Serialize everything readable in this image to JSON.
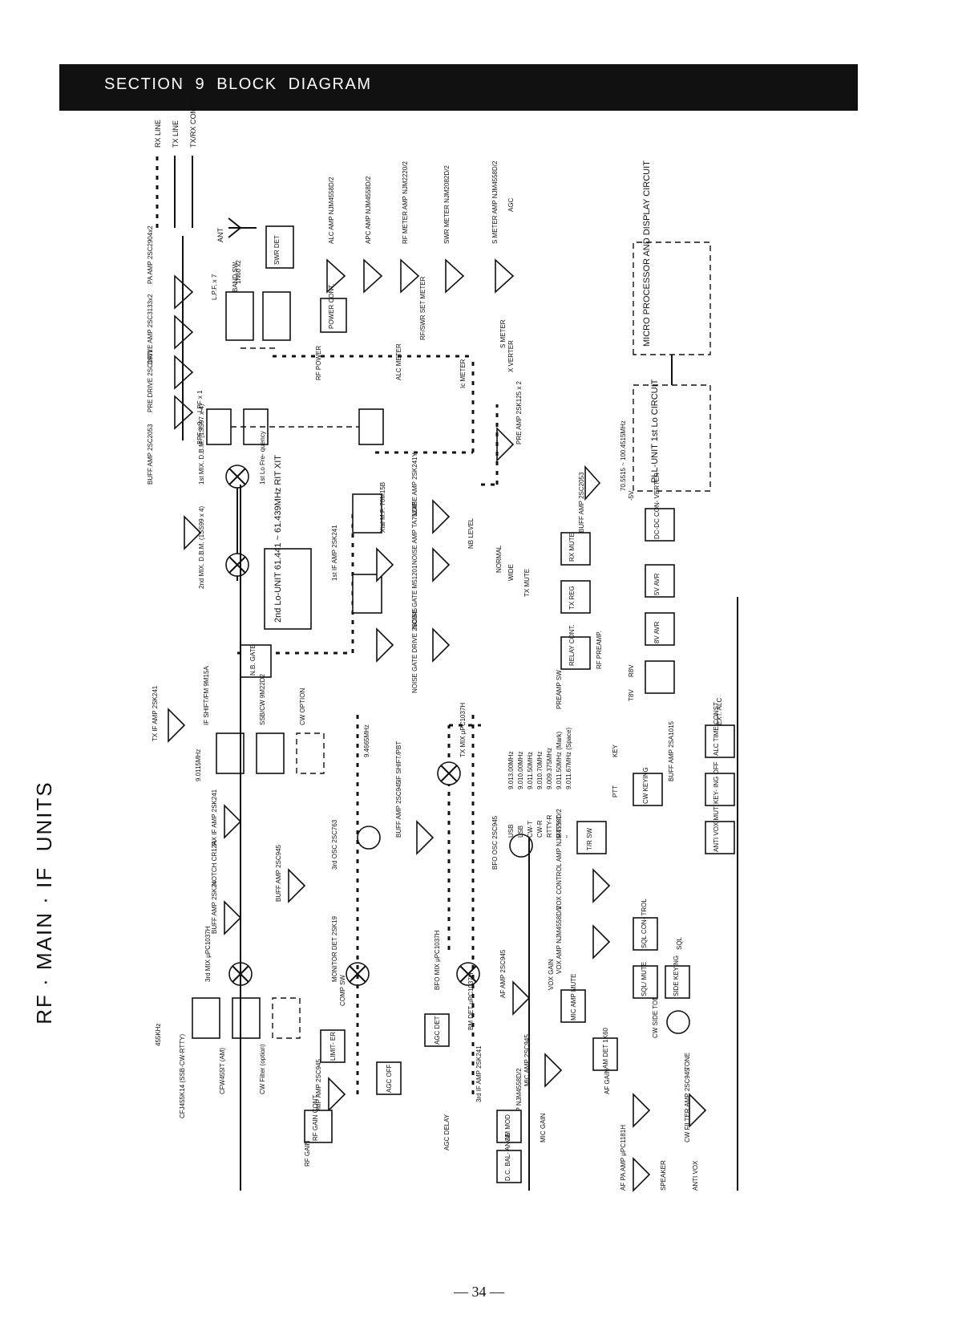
{
  "header": {
    "title": "SECTION  9  BLOCK  DIAGRAM"
  },
  "side_title": "RF · MAIN · IF  UNITS",
  "page_number": "— 34 —",
  "legend": [
    {
      "label": "RX LINE"
    },
    {
      "label": "TX LINE"
    },
    {
      "label": "TX/RX COMMON LINE"
    }
  ],
  "blocks": {
    "micro_processor": "MICRO PROCESSOR AND DISPLAY CIRCUIT",
    "pll_unit": "PLL-UNIT 1st Lo CIRCUIT",
    "pll_freq": "70.5515 ~ 100.4515MHz",
    "second_lo": "2nd Lo-UNIT 61.441 ~ 61.439MHz RIT XIT",
    "ant": "ANT",
    "swr_det": "SWR DET",
    "lpf": "L.P.F. x 7",
    "band_sw": "BAND SW",
    "diode_1n60": "1N60 x2",
    "alc_amp": "ALC AMP NJM4558D/2",
    "apc_amp": "APC AMP NJM4558D/2",
    "rf_meter_amp": "RF METER AMP NJM2220/2",
    "swr_meter_amp": "SWR METER NJM2082D/2",
    "s_meter_amp": "S METER AMP NJM4558D/2",
    "agc": "AGC",
    "power_cont": "POWER CONT.",
    "rf_power": "RF POWER",
    "rf_swr_set": "RF/SWR SET METER",
    "alc_meter": "ALC METER",
    "ic_meter": "Ic METER",
    "s_meter": "S METER",
    "x_verter": "X VERTER",
    "pre_amp": "PRE AMP 2SK125 x 2",
    "buff_amp_pll": "BUFF AMP 2SC2053",
    "pa_amp": "PA AMP 2SC2904x2",
    "drive_amp": "DRIVE AMP 2SC3133x2",
    "pre_drive": "PRE DRIVE 2SC1971",
    "buff_amp_tx": "BUFF AMP 2SC2053",
    "bpf": "BPF x 9",
    "lpf_1": "LPF x 1",
    "first_mix": "1st MIX. D.B.M. (1SS97 x 4)",
    "first_lo_freq": "1st Lo Fre- quency",
    "second_mix": "2nd MIX. D.B.M. (1SS99 x 4)",
    "xtal_mf": "Xtal M.F. 70M15B",
    "first_if_amp": "1st IF AMP 2SK241",
    "noise_amp": "NOISE AMP 2SK241Y",
    "noise_amp_2": "NOISE AMP TA7124P",
    "noise_gate": "NOISE GATE M51201",
    "noise_gate_drive": "NOISE GATE DRIVE 2SC945",
    "nb_level": "NB LEVEL",
    "normal": "NORMAL",
    "wide": "WIDE",
    "tx_mute": "TX MUTE",
    "rx_mute": "RX MUTE",
    "tx_reg": "TX REG",
    "relay_cont": "RELAY CONT.",
    "rf_preamp": "RF PREAMP.",
    "preamp_sw": "PREAMP SW",
    "nb_gate": "N.B. GATE",
    "tx_if_amp": "TX IF AMP 2SK241",
    "if_shift_fm": "IF SHIFT/FM 9M15A",
    "ssb_cw": "SSB/CW 9M22D2",
    "cw_option": "CW OPTION",
    "if_9_0115": "9.0115MHz",
    "xtal_9_4665": "9.4665MHz",
    "if_shift_pbt": "IF SHIFT/PBT",
    "tx_mix": "TX MIX μPC1037H",
    "rx_if_amp": "RX IF AMP 2SK241",
    "notch": "NOTCH CR12A",
    "third_osc": "3rd OSC 2SC763",
    "buff_amp_2sc945": "BUFF AMP 2SC945",
    "buff_amp_2sk24": "BUFF AMP 2SK24",
    "third_mix": "3rd MIX μPC1037H",
    "monitor_det": "MONITOR DET 2SK19",
    "bfo_mix": "BFO MIX μPC1037H",
    "bfo_osc": "BFO OSC 2SC945",
    "vox_control": "VOX CONTROL AMP NJM4558D/2",
    "vox_amp": "VOX AMP NJM4558D/2",
    "vox_gain": "VOX GAIN",
    "af_amp": "AF AMP 2SC945",
    "filter_455": "455KHz",
    "cfj455k14": "CFJ455K14 (SSB·CW·RTTY)",
    "cfw455it": "CFW455IT (AM)",
    "cw_filter": "CW Filter (option)",
    "limiter": "LIMIT- ER",
    "comp_sw": "COMP SW",
    "comp_amp": "COMP AMP 2SC945",
    "agc_off": "AGC OFF",
    "agc_det": "AGC DET",
    "bm_det": "BM DET μPC1037H",
    "mic_amp": "MIC AMP 2SC945",
    "mic_amp_2": "MIC AMP NJM4558D/2",
    "mic_mute": "MIC AMP MUTE",
    "mic_gain": "MIC GAIN",
    "am_det": "AM DET 1K60",
    "af_gain": "AF GAIN",
    "af_filter": "CW FILTER AMP 2SC945",
    "af_pa": "AF PA AMP μPC1181H",
    "speaker": "SPEAKER",
    "anti_vox": "ANTI VOX",
    "rf_gain_cont": "RF GAIN CONT.",
    "rf_gain": "RF GAIN",
    "d_c_bal": "D.C. BAL- ANCE",
    "am_mod": "AM MOD",
    "agc_delay": "AGC DELAY",
    "third_if_amp": "3rd IF AMP 2SK241",
    "t8v": "T8V",
    "r8v": "R8V",
    "avr_8v": "8V AVR",
    "avr_5v": "5V AVR",
    "dc_dc": "DC-DC CON- VERTER",
    "minus_5v": "-5V",
    "ext_alc": "EXT. ALC",
    "keying": "CW KEYING",
    "key": "KEY",
    "ptt": "PTT",
    "tr_sw": "T/R SW",
    "anti_vox_mute": "ANTI VOX MUTE",
    "keying_off": "KEY- ING OFF",
    "alc_time_const": "ALC TIME CONST.",
    "buff_amp_2sa1015": "BUFF AMP 2SA1015",
    "side_keying": "SIDE KEYING",
    "cw_side_tone": "CW SIDE TONE 2SC945",
    "sql": "SQL",
    "sql_cont": "SQL CON- TROL",
    "sql_mute": "SQL/ MUTE",
    "tone": "TONE"
  },
  "bfo_table": [
    {
      "mode": "USB",
      "freq": "9.013.00MHz"
    },
    {
      "mode": "LSB",
      "freq": "9.010.00MHz"
    },
    {
      "mode": "CW-T",
      "freq": "9.011.50MHz"
    },
    {
      "mode": "CW-R",
      "freq": "9.010.70MHz"
    },
    {
      "mode": "RTTY-R",
      "freq": "9.009.375MHz"
    },
    {
      "mode": "RTTY-T",
      "freq": "9.011.50MHz (Mark)"
    },
    {
      "mode": "\"",
      "freq": "9.011.67MHz (Space)"
    }
  ]
}
